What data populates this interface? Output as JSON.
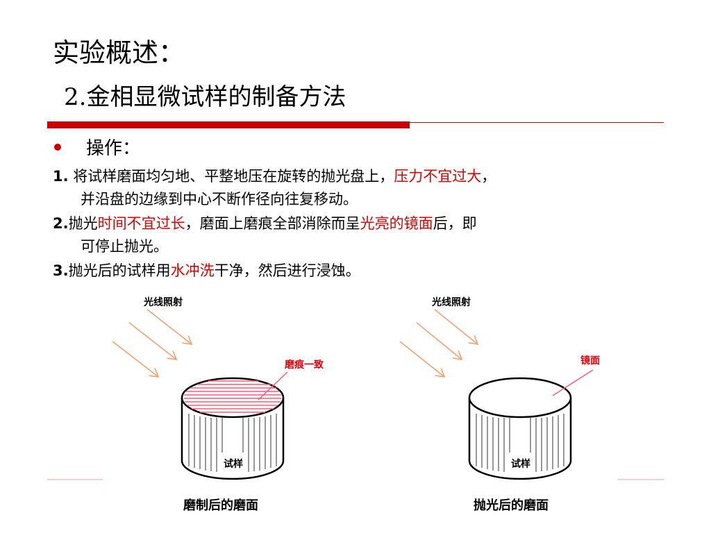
{
  "slide": {
    "title": "实验概述：",
    "subtitle": "2.金相显微试样的制备方法"
  },
  "bullet": {
    "label": "操作："
  },
  "steps": {
    "s1_num": "1.",
    "s1_a": " 将试样磨面均匀地、平整地压在旋转的抛光盘上，",
    "s1_red": "压力不宜过大",
    "s1_b": "，",
    "s1_cont": "并沿盘的边缘到中心不断作径向往复移动。",
    "s2_num": "2.",
    "s2_a": "抛光",
    "s2_red1": "时间不宜过长",
    "s2_b": "，磨面上磨痕全部消除而呈",
    "s2_red2": "光亮的镜面",
    "s2_c": "后，即",
    "s2_cont": "可停止抛光。",
    "s3_num": "3.",
    "s3_a": "抛光后的试样用",
    "s3_red": "水冲洗",
    "s3_b": "干净，然后进行浸蚀。"
  },
  "diagram": {
    "left": {
      "light_label": "光线照射",
      "annotation": "磨痕一致",
      "sample_label": "试样",
      "caption": "磨制后的磨面"
    },
    "right": {
      "light_label": "光线照射",
      "annotation": "镜面",
      "sample_label": "试样",
      "caption": "抛光后的磨面"
    }
  },
  "colors": {
    "accent_red": "#cc0000",
    "text_red": "#dd0000",
    "arrow_orange": "#f4a070",
    "stripe_pink": "#ff5a7a"
  }
}
